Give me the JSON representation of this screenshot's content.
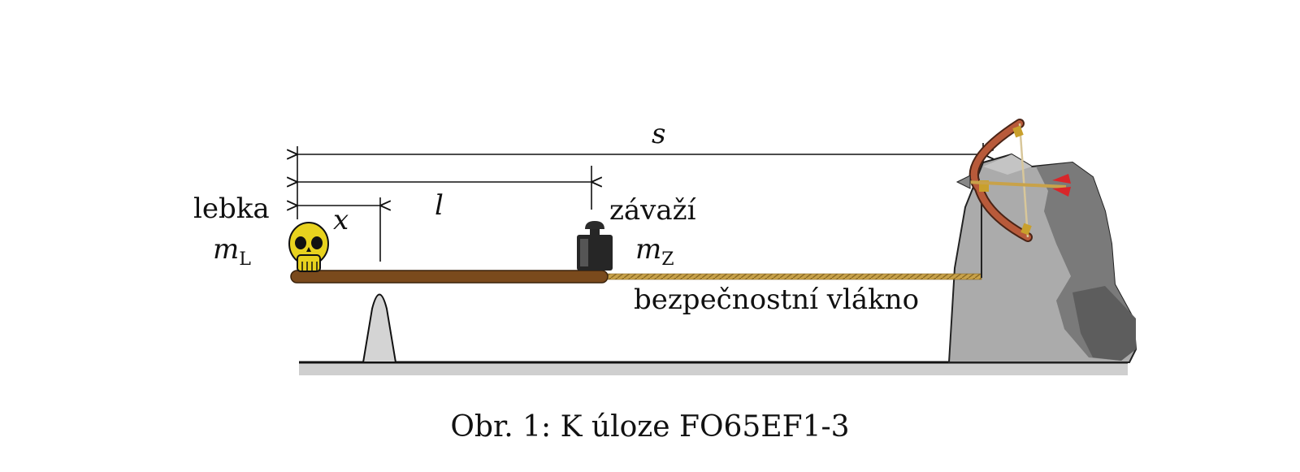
{
  "figure": {
    "labels": {
      "skull": "lebka",
      "skull_mass_symbol": "m",
      "skull_mass_sub": "L",
      "weight": "závaží",
      "weight_mass_symbol": "m",
      "weight_mass_sub": "Z",
      "thread": "bezpečnostní vlákno",
      "dim_s": "s",
      "dim_l": "l",
      "dim_x": "x"
    },
    "caption": "Obr. 1: K úloze FO65EF1-3"
  },
  "colors": {
    "beam": "#7a4a1c",
    "skull": "#e8d21e",
    "rock_light": "#a9a9a9",
    "rock_dark": "#6f6f6f",
    "ground_shadow": "#cfcfcf",
    "thread": "#c8a24a",
    "bow": "#b85a3a",
    "arrow_fletch": "#d8262a"
  }
}
